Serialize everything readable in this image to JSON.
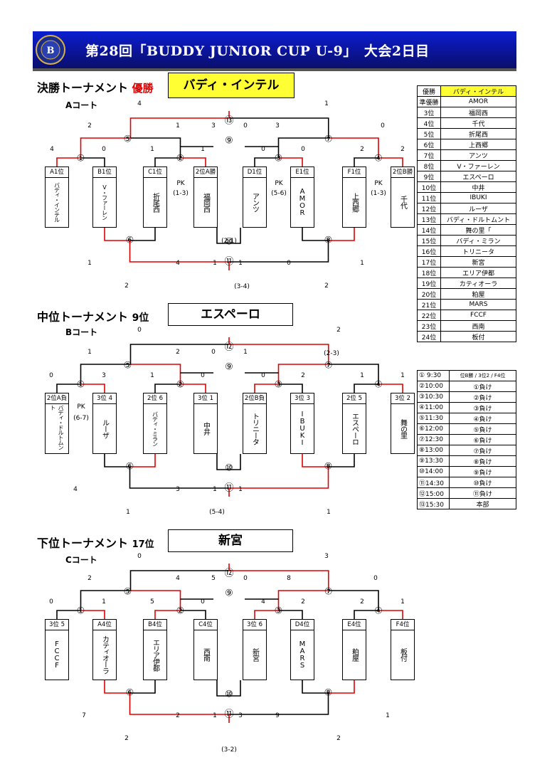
{
  "header": {
    "title": "第28回「BUDDY JUNIOR CUP U-9」　大会2日目",
    "logo": "buddy-logo"
  },
  "finals": {
    "section": "決勝トーナメント",
    "label": "優勝",
    "winner": "バディ・インテル",
    "court": "Aコート",
    "teams": [
      {
        "label": "A1位",
        "name": "バディ・インテル"
      },
      {
        "label": "B1位",
        "name": "V・ファーレン"
      },
      {
        "label": "C1位",
        "name": "折尾西"
      },
      {
        "label": "2位A勝",
        "name": "福岡西"
      },
      {
        "label": "D1位",
        "name": "アンツ"
      },
      {
        "label": "E1位",
        "name": "AMOR"
      },
      {
        "label": "F1位",
        "name": "上西郷"
      },
      {
        "label": "2位B勝",
        "name": "千代"
      }
    ],
    "pk": [
      {
        "text": "PK",
        "score": "(1-3)"
      },
      {
        "text": "PK",
        "score": "(5-6)"
      },
      {
        "text": "PK",
        "score": "(1-3)"
      }
    ],
    "scores": [
      "4",
      "1",
      "2",
      "1",
      "3",
      "0",
      "3",
      "0",
      "4",
      "0",
      "1",
      "1",
      "0",
      "0",
      "2",
      "2",
      "1",
      "4",
      "1",
      "1",
      "0",
      "1",
      "2",
      "2"
    ],
    "notes": [
      "(2-1)",
      "(3-4)"
    ]
  },
  "mid": {
    "section": "中位トーナメント",
    "label": "9位",
    "winner": "エスペーロ",
    "court": "Bコート",
    "teams": [
      {
        "label": "2位A負",
        "name": "バディ・ドルトムント"
      },
      {
        "label": "3位 4",
        "name": "ルーザ"
      },
      {
        "label": "2位 6",
        "name": "バディ・ミラン"
      },
      {
        "label": "3位 1",
        "name": "中井"
      },
      {
        "label": "2位B負",
        "name": "トリニータ"
      },
      {
        "label": "3位 3",
        "name": "IBUKI"
      },
      {
        "label": "2位 5",
        "name": "エスペーロ"
      },
      {
        "label": "3位 2",
        "name": "舞の里"
      }
    ],
    "pk": [
      {
        "text": "PK",
        "score": "(6-7)"
      }
    ],
    "scores": [
      "0",
      "2",
      "1",
      "2",
      "0",
      "1",
      "0",
      "3",
      "1",
      "0",
      "0",
      "2",
      "1",
      "1",
      "4",
      "3",
      "1",
      "1",
      "1",
      "1"
    ],
    "notes": [
      "(2-3)",
      "(5-4)"
    ]
  },
  "low": {
    "section": "下位トーナメント",
    "label": "17位",
    "winner": "新宮",
    "court": "Cコート",
    "teams": [
      {
        "label": "3位 5",
        "name": "FCCF"
      },
      {
        "label": "A4位",
        "name": "カティオーラ"
      },
      {
        "label": "B4位",
        "name": "エリア伊都"
      },
      {
        "label": "C4位",
        "name": "西南"
      },
      {
        "label": "3位 6",
        "name": "新宮"
      },
      {
        "label": "D4位",
        "name": "MARS"
      },
      {
        "label": "E4位",
        "name": "粕屋"
      },
      {
        "label": "F4位",
        "name": "板付"
      }
    ],
    "scores": [
      "0",
      "3",
      "2",
      "4",
      "5",
      "0",
      "8",
      "0",
      "0",
      "1",
      "5",
      "0",
      "4",
      "2",
      "2",
      "1",
      "7",
      "2",
      "1",
      "3",
      "9",
      "1",
      "2",
      "2"
    ],
    "notes": [
      "(3-2)"
    ]
  },
  "bracket_nums": {
    "m1": "①",
    "m2": "②",
    "m3": "③",
    "m4": "④",
    "m5": "⑤",
    "m6": "⑥",
    "m7": "⑦",
    "m8": "⑧",
    "m9": "⑨",
    "m10": "⑩",
    "m11": "⑪",
    "m12": "⑫",
    "m13": "⑬"
  },
  "rankings": [
    {
      "rank": "優勝",
      "team": "バディ・インテル"
    },
    {
      "rank": "準優勝",
      "team": "AMOR"
    },
    {
      "rank": "3位",
      "team": "福岡西"
    },
    {
      "rank": "4位",
      "team": "千代"
    },
    {
      "rank": "5位",
      "team": "折尾西"
    },
    {
      "rank": "6位",
      "team": "上西郷"
    },
    {
      "rank": "7位",
      "team": "アンツ"
    },
    {
      "rank": "8位",
      "team": "V・ファーレン"
    },
    {
      "rank": "9位",
      "team": "エスペーロ"
    },
    {
      "rank": "10位",
      "team": "中井"
    },
    {
      "rank": "11位",
      "team": "IBUKI"
    },
    {
      "rank": "12位",
      "team": "ルーザ"
    },
    {
      "rank": "13位",
      "team": "バディ・ドルトムント"
    },
    {
      "rank": "14位",
      "team": "舞の里「"
    },
    {
      "rank": "15位",
      "team": "バディ・ミラン"
    },
    {
      "rank": "16位",
      "team": "トリニータ"
    },
    {
      "rank": "17位",
      "team": "新宮"
    },
    {
      "rank": "18位",
      "team": "エリア伊都"
    },
    {
      "rank": "19位",
      "team": "カティオーラ"
    },
    {
      "rank": "20位",
      "team": "粕屋"
    },
    {
      "rank": "21位",
      "team": "MARS"
    },
    {
      "rank": "22位",
      "team": "FCCF"
    },
    {
      "rank": "23位",
      "team": "西南"
    },
    {
      "rank": "24位",
      "team": "板付"
    }
  ],
  "schedule": [
    {
      "time": "① 9:30",
      "duty": "位B勝 / 3位2 / F4位"
    },
    {
      "time": "②10:00",
      "duty": "①負け"
    },
    {
      "time": "③10:30",
      "duty": "②負け"
    },
    {
      "time": "④11:00",
      "duty": "③負け"
    },
    {
      "time": "⑤11:30",
      "duty": "④負け"
    },
    {
      "time": "⑥12:00",
      "duty": "⑤負け"
    },
    {
      "time": "⑦12:30",
      "duty": "⑥負け"
    },
    {
      "time": "⑧13:00",
      "duty": "⑦負け"
    },
    {
      "time": "⑨13:30",
      "duty": "⑧負け"
    },
    {
      "time": "⑩14:00",
      "duty": "⑨負け"
    },
    {
      "time": "⑪14:30",
      "duty": "⑩負け"
    },
    {
      "time": "⑫15:00",
      "duty": "⑪負け"
    },
    {
      "time": "⑬15:30",
      "duty": "本部"
    }
  ],
  "colors": {
    "header": "#0b16a8",
    "win_line": "#e00000",
    "champion": "#ffff33"
  }
}
